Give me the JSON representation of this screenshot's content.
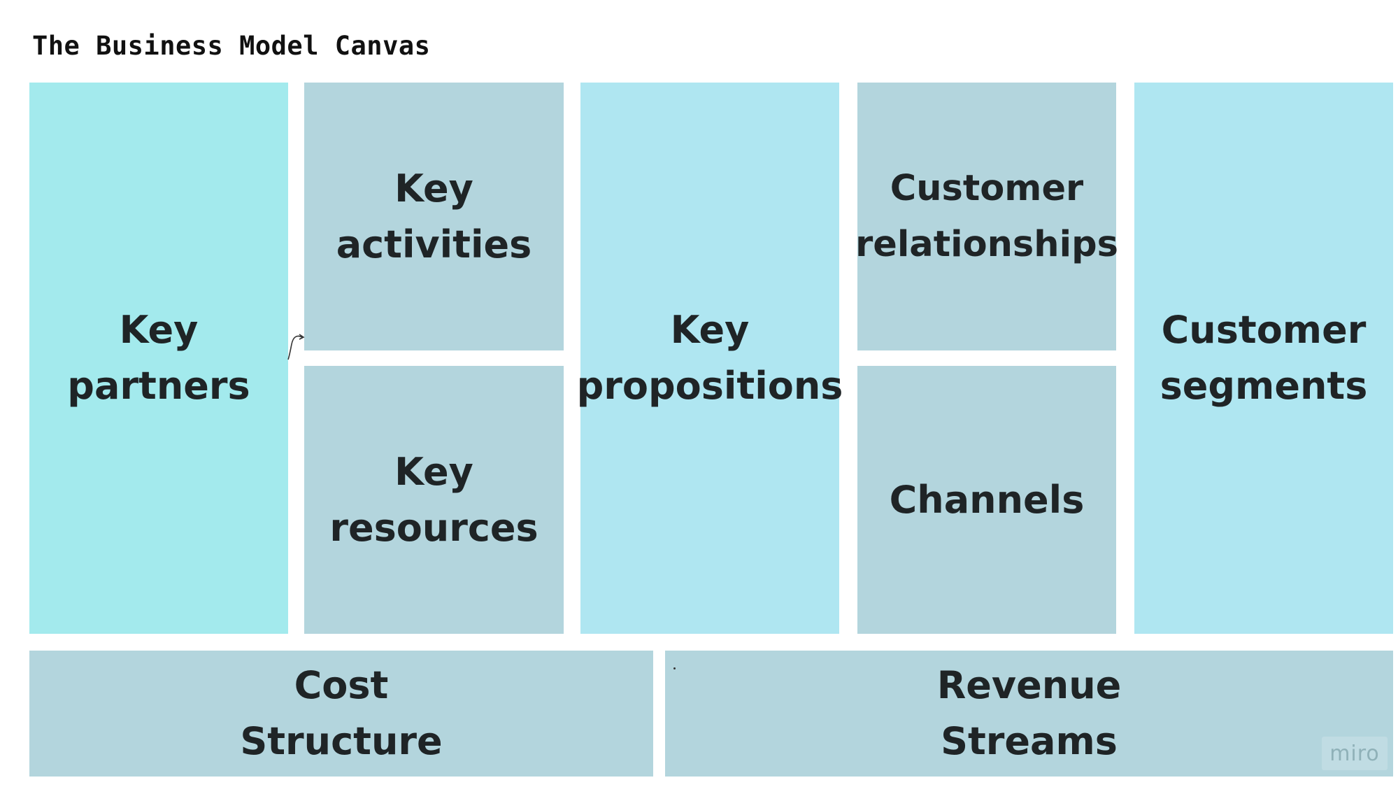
{
  "title": "The Business Model Canvas",
  "blocks": {
    "key_partners": "Key\npartners",
    "key_activities": "Key\nactivities",
    "key_resources": "Key\nresources",
    "key_propositions": "Key\npropositions",
    "customer_relationships": "Customer\nrelationships",
    "channels": "Channels",
    "customer_segments": "Customer\nsegments",
    "cost_structure": "Cost\nStructure",
    "revenue_streams": "Revenue\nStreams"
  },
  "watermark": "miro",
  "colors": {
    "partners_fill": "#a3eaed",
    "secondary_fill": "#b3d5dd",
    "primary_fill": "#afe6f1",
    "text": "#1f2426"
  }
}
